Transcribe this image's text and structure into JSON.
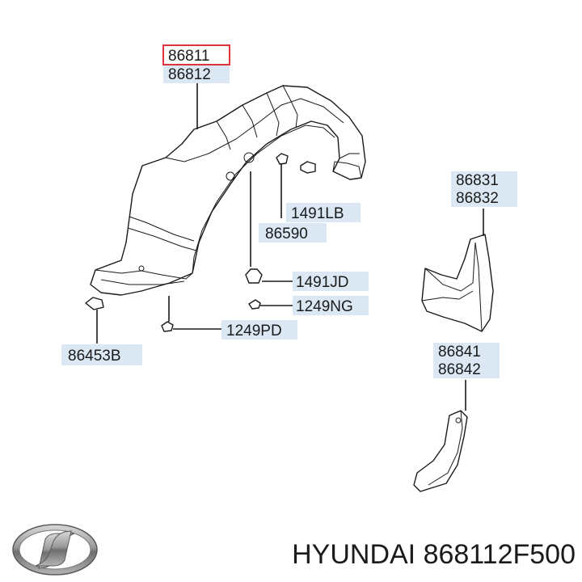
{
  "labels": {
    "p86811": "86811",
    "p86812": "86812",
    "p1491LB": "1491LB",
    "p86590": "86590",
    "p1491JD": "1491JD",
    "p1249NG": "1249NG",
    "p1249PD": "1249PD",
    "p86453B": "86453B",
    "p86831": "86831",
    "p86832": "86832",
    "p86841": "86841",
    "p86842": "86842"
  },
  "highlight_color": "#e0323c",
  "label_bg_color": "#dbe8f4",
  "footer": {
    "brand_part": "HYUNDAI 868112F500"
  },
  "logo_icon": "hyundai-logo-icon"
}
